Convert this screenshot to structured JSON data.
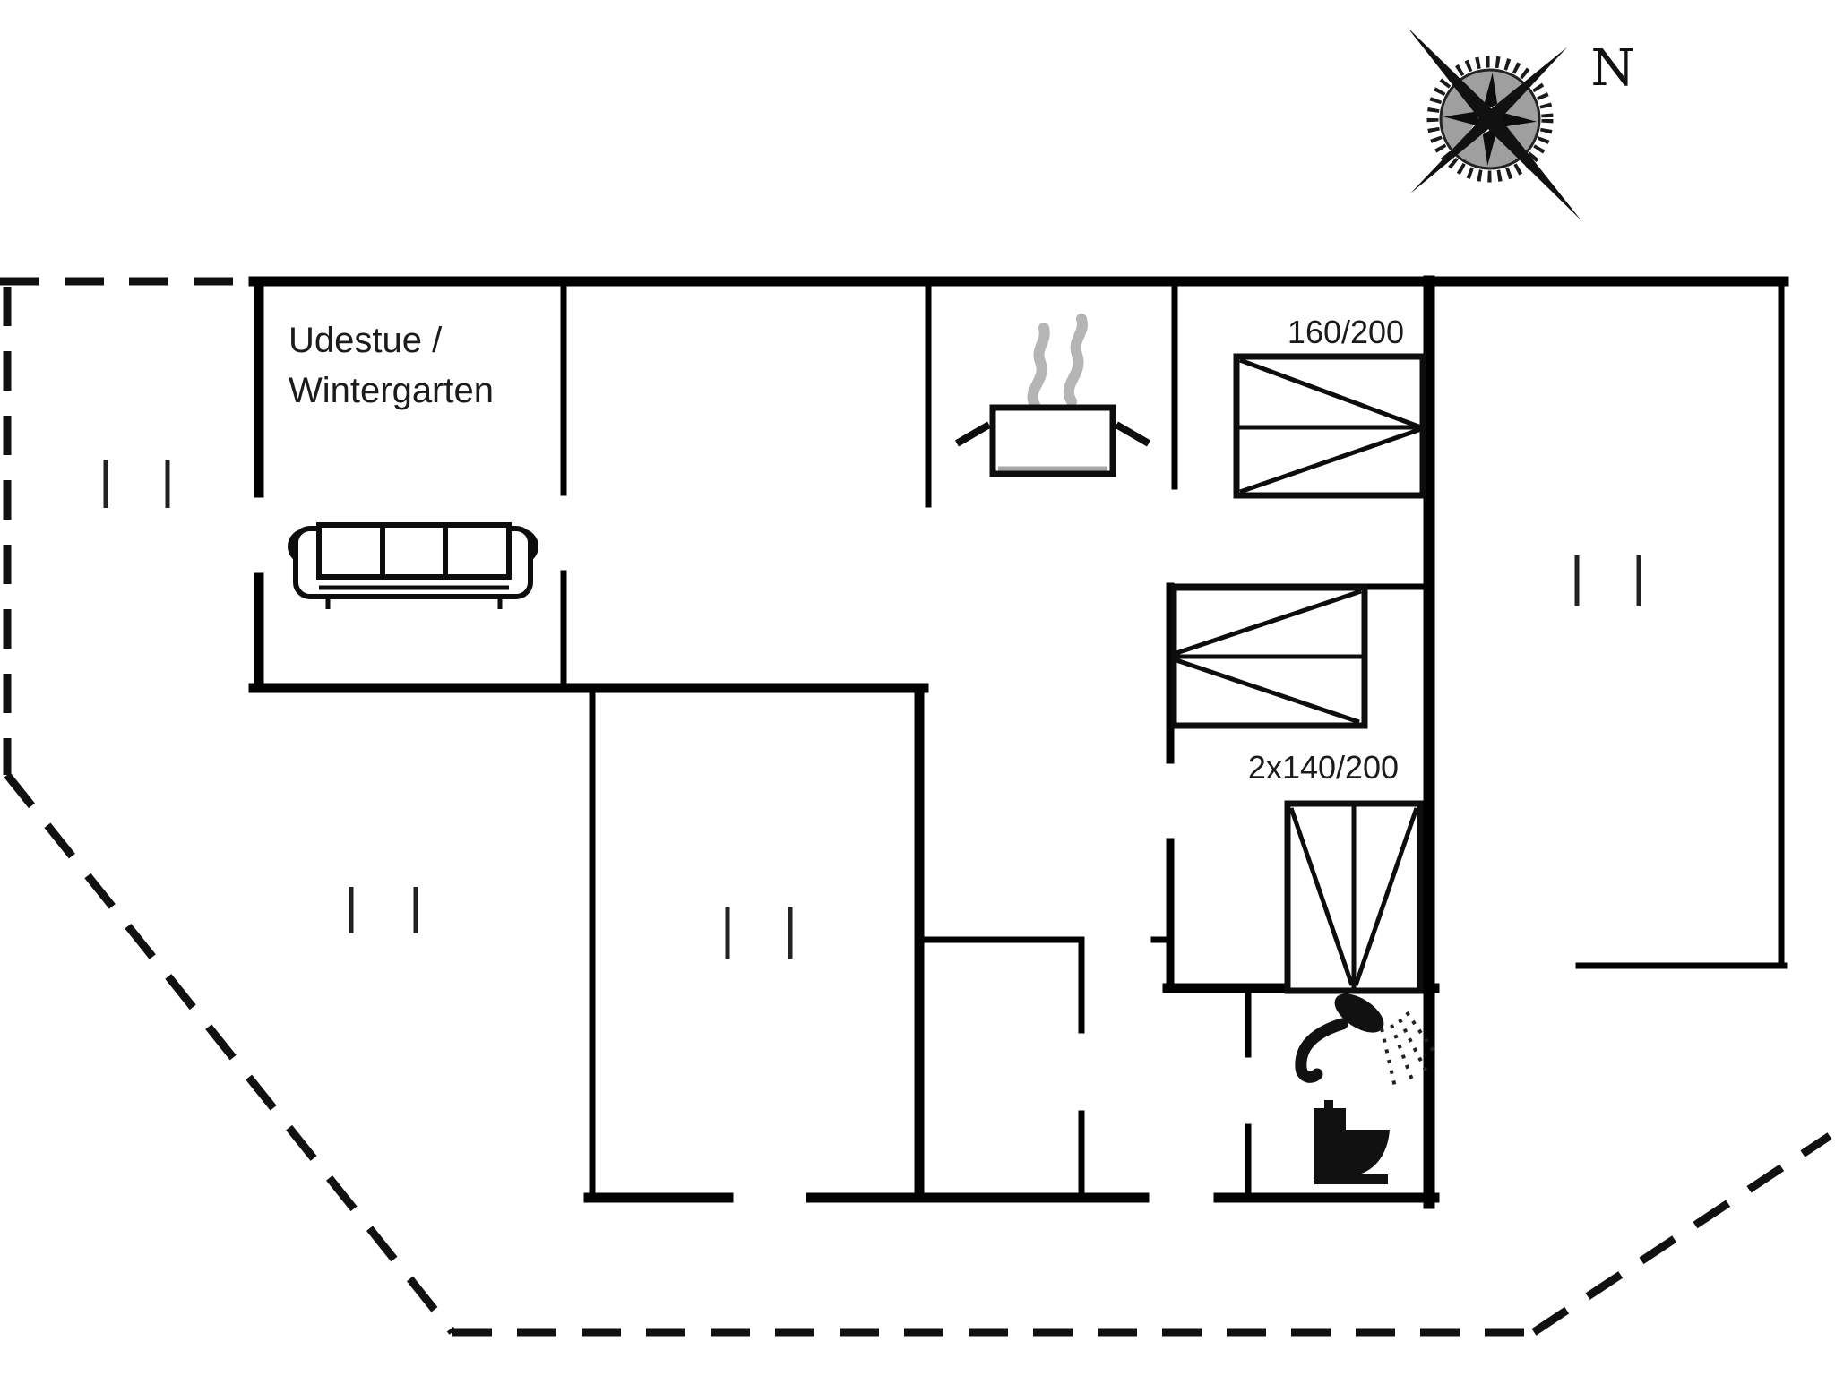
{
  "labels": {
    "conservatory_line1": "Udestue /",
    "conservatory_line2": "Wintergarten",
    "bed_double": "160/200",
    "bed_twin": "2x140/200",
    "compass_north": "N"
  },
  "icons": [
    "compass-rose-icon",
    "sofa-icon",
    "cooking-pot-icon",
    "steam-icon",
    "double-bed-icon",
    "twin-bed-horizontal-icon",
    "twin-bed-vertical-icon",
    "shower-icon",
    "toilet-icon",
    "window-tick-marks"
  ],
  "colors": {
    "wall": "#000000",
    "background": "#ffffff",
    "steam": "#b5b5b5",
    "text": "#1b1b1b"
  }
}
